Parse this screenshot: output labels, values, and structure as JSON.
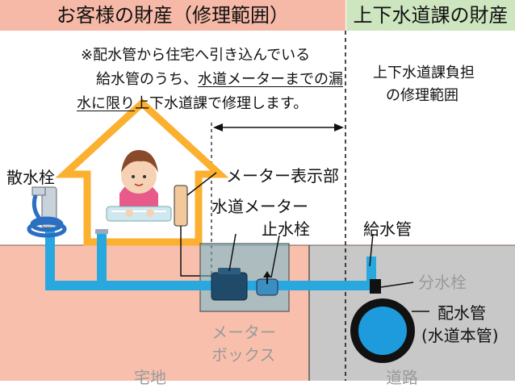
{
  "header": {
    "left": "お客様の財産（修理範囲）",
    "right": "上下水道課の財産"
  },
  "note": {
    "line1": "※配水管から住宅へ引き込んでいる",
    "line2_a": "給水管のうち、",
    "line2_b": "水道メーターまでの漏",
    "line3_a": "水に限り",
    "line3_b": "上下水道課で修理します。"
  },
  "right_note": {
    "line1": "上下水道課負担",
    "line2": "の修理範囲"
  },
  "labels": {
    "sprinkler": "散水栓",
    "meter_display": "メーター表示部",
    "water_meter": "水道メーター",
    "stop_valve": "止水栓",
    "service_pipe": "給水管",
    "branch_valve": "分水栓",
    "main_pipe_1": "配水管",
    "main_pipe_2": "(水道本管)",
    "meter_box_1": "メーター",
    "meter_box_2": "ボックス",
    "land_private": "宅地",
    "land_road": "道路"
  },
  "colors": {
    "header_left": "#f7b9a7",
    "header_right": "#cde6c0",
    "private_land": "#f8c0ac",
    "road": "#c8c8c8",
    "pipe": "#29a8e0",
    "house_outline": "#fbb030",
    "meter_box": "#6fb9d0"
  }
}
